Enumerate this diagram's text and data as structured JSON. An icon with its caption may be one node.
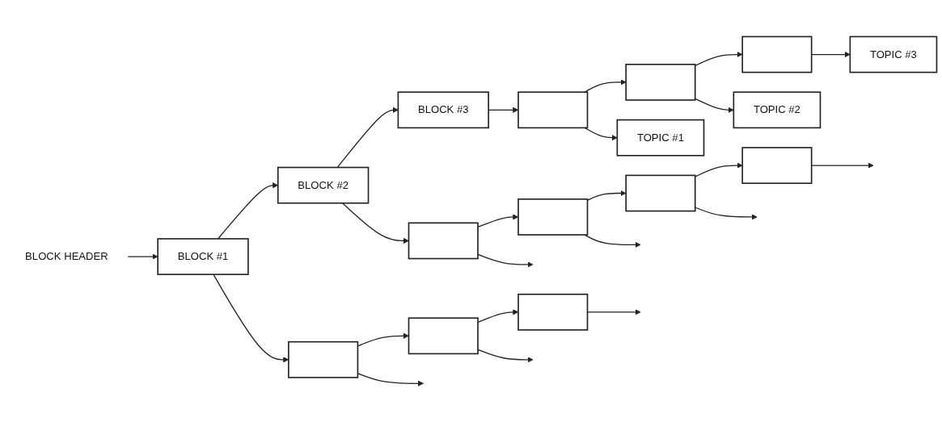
{
  "diagram": {
    "nodes": [
      {
        "text": [
          "BLOCK HEADER"
        ]
      },
      {
        "text": [
          "BLOCK #1"
        ]
      },
      {
        "text": [
          "BLOCK #2"
        ]
      },
      {
        "text": [
          "BLOCK #3"
        ]
      },
      {
        "text": [],
        "shape": "box"
      },
      {
        "text": [],
        "shape": "box"
      },
      {
        "text": [],
        "shape": "box"
      },
      {
        "text": [],
        "shape": "box"
      },
      {
        "text": [],
        "shape": "box"
      },
      {
        "text": [],
        "shape": "box"
      },
      {
        "text": [],
        "shape": "box"
      },
      {
        "text": [],
        "shape": "box"
      },
      {
        "text": [],
        "shape": "box"
      },
      {
        "text": [],
        "shape": "box"
      },
      {
        "text": [
          "TOPIC #1"
        ]
      },
      {
        "text": [
          "TOPIC #2"
        ]
      },
      {
        "text": [
          "TOPIC #3"
        ]
      }
    ],
    "edges": [
      {
        "from": 0,
        "to": 1,
        "arrow": "to"
      },
      {
        "from": 1,
        "to": 2,
        "arrow": "to"
      },
      {
        "from": 2,
        "to": 3,
        "arrow": "to"
      },
      {
        "from": 1,
        "to": 4,
        "arrow": "to"
      },
      {
        "from": 4,
        "to": 5,
        "arrow": "to"
      },
      {
        "from": 5,
        "to": 6,
        "arrow": "to"
      },
      {
        "from": 2,
        "to": 7,
        "arrow": "to"
      },
      {
        "from": 7,
        "to": 8,
        "arrow": "to"
      },
      {
        "from": 8,
        "to": 9,
        "arrow": "to"
      },
      {
        "from": 9,
        "to": 10,
        "arrow": "to"
      },
      {
        "from": 3,
        "to": 11,
        "arrow": "to"
      },
      {
        "from": 11,
        "to": 12,
        "arrow": "to"
      },
      {
        "from": 12,
        "to": 13,
        "arrow": "to"
      },
      {
        "from": 4,
        "to": null,
        "arrow": "to"
      },
      {
        "from": 5,
        "to": null,
        "arrow": "to"
      },
      {
        "from": 6,
        "to": null,
        "arrow": "to"
      },
      {
        "from": 7,
        "to": null,
        "arrow": "to"
      },
      {
        "from": 8,
        "to": null,
        "arrow": "to"
      },
      {
        "from": 9,
        "to": null,
        "arrow": "to"
      },
      {
        "from": 10,
        "to": null,
        "arrow": "to"
      },
      {
        "from": 11,
        "to": 14,
        "arrow": "to"
      },
      {
        "from": 12,
        "to": 15,
        "arrow": "to"
      },
      {
        "from": 13,
        "to": 16,
        "arrow": "to"
      }
    ]
  }
}
